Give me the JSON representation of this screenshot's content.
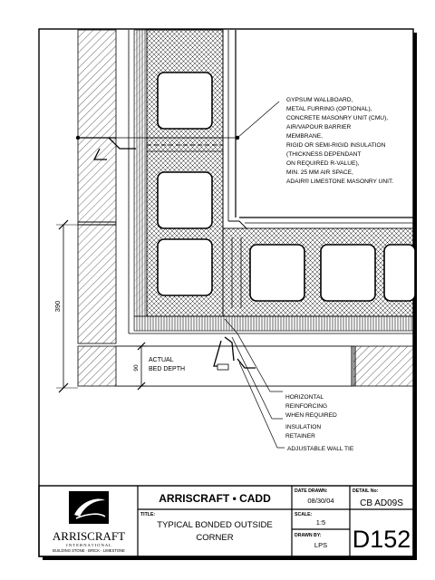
{
  "drawing": {
    "callout_top": [
      "GYPSUM WALLBOARD,",
      "METAL FURRING (OPTIONAL),",
      "CONCRETE MASONRY UNIT (CMU),",
      "AIR/VAPOUR BARRIER",
      "MEMBRANE,",
      "RIGID OR SEMI-RIGID INSULATION",
      "(THICKNESS DEPENDANT",
      "ON REQUIRED R-VALUE),",
      "MIN. 25 MM AIR SPACE,",
      "ADAIR® LIMESTONE MASONRY UNIT."
    ],
    "dimension_390": "390",
    "dimension_90": "90",
    "actual_bed_depth": [
      "ACTUAL",
      "BED DEPTH"
    ],
    "callout_reinforcing": [
      "HORIZONTAL",
      "REINFORCING",
      "WHEN REQUIRED"
    ],
    "callout_retainer": [
      "INSULATION",
      "RETAINER"
    ],
    "callout_tie": "ADJUSTABLE WALL TIE"
  },
  "title_block": {
    "company": "ARRISCRAFT • CADD",
    "logo_name": "ARRISCRAFT",
    "logo_sub": "I N T E R N A T I O N A L",
    "logo_tag": "BUILDING STONE · BRICK · LIMESTONE",
    "title_label": "TITLE:",
    "title_line1": "TYPICAL BONDED OUTSIDE",
    "title_line2": "CORNER",
    "date_label": "DATE DRAWN:",
    "date_value": "08/30/04",
    "scale_label": "SCALE:",
    "scale_value": "1:5",
    "drawn_label": "DRAWN BY:",
    "drawn_value": "LPS",
    "detail_label": "DETAIL No:",
    "detail_code": "CB AD09S",
    "detail_number": "D152"
  }
}
